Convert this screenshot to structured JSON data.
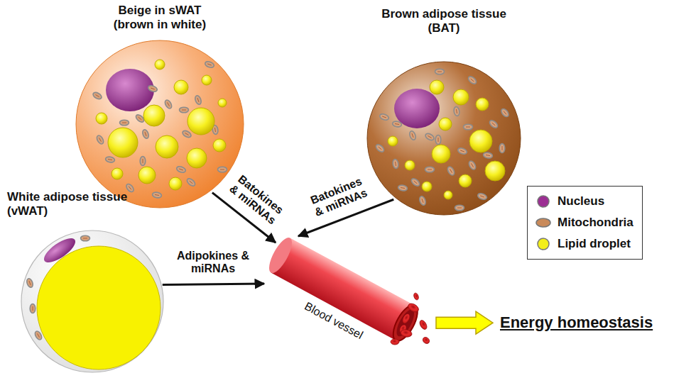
{
  "diagram": {
    "nodes": [
      {
        "text": [
          "Beige in sWAT (brown in white)"
        ]
      },
      {
        "text": [
          "Brown adipose tissue (BAT)"
        ]
      },
      {
        "text": [
          "White adipose tissue (vWAT)"
        ]
      },
      {
        "text": [
          "Blood vessel"
        ]
      },
      {
        "text": [
          "Energy homeostasis"
        ]
      }
    ],
    "edges": [
      {
        "from": 0,
        "to": 3,
        "label": "Batokines & miRNAs",
        "arrow": "to"
      },
      {
        "from": 1,
        "to": 3,
        "label": "Batokines & miRNAs",
        "arrow": "to"
      },
      {
        "from": 2,
        "to": 3,
        "label": "Adipokines & miRNAs",
        "arrow": "to"
      },
      {
        "from": 3,
        "to": 4,
        "arrow": "to"
      }
    ],
    "legend": [
      {
        "text": "Nucleus",
        "color": "#9c2f93"
      },
      {
        "text": "Mitochondria",
        "color": "#c98a5a"
      },
      {
        "text": "Lipid droplet",
        "color": "#f2ee1a"
      }
    ]
  }
}
